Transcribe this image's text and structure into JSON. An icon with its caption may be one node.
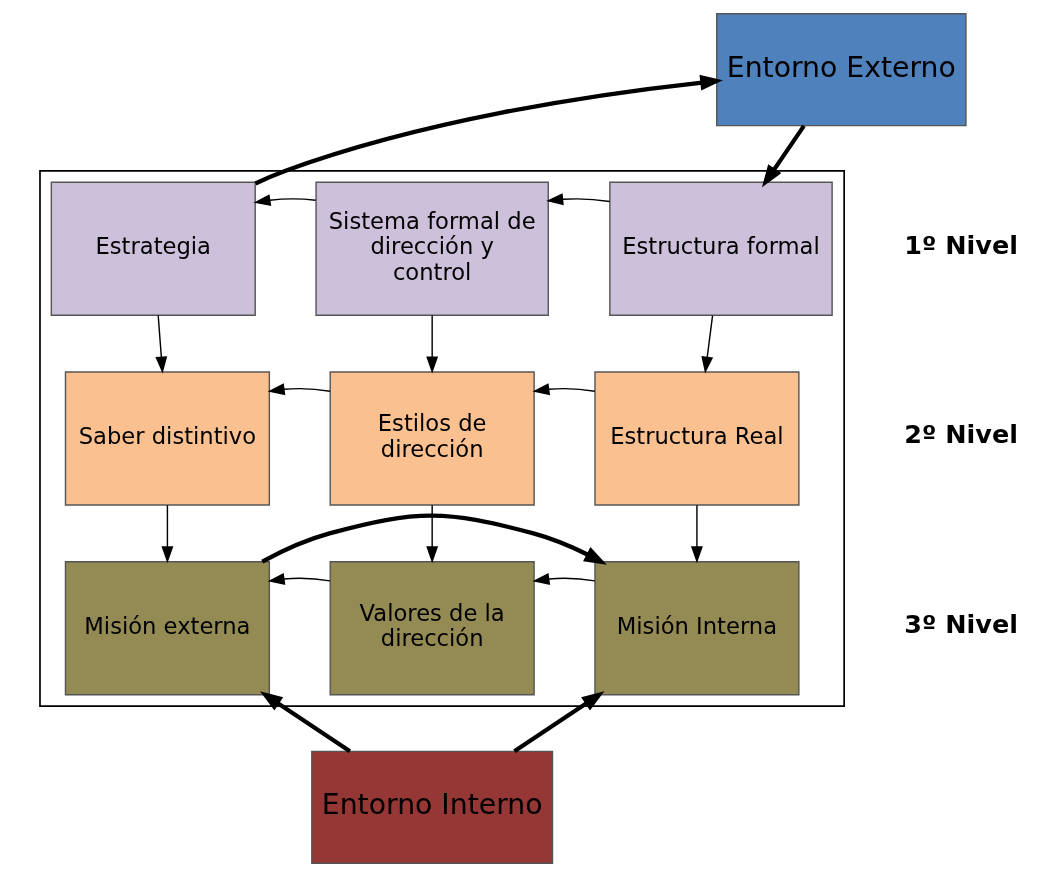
{
  "diagram": {
    "nodes": [
      {
        "text": [
          "Entorno Externo"
        ]
      },
      {
        "text": [],
        "shape": "box"
      },
      {
        "text": [
          "Estrategia"
        ],
        "in": 1
      },
      {
        "text": [
          "Sistema formal de dirección y control"
        ],
        "in": 1
      },
      {
        "text": [
          "Estructura formal"
        ],
        "in": 1
      },
      {
        "text": [
          "Saber distintivo"
        ],
        "in": 1
      },
      {
        "text": [
          "Estilos de dirección"
        ],
        "in": 1
      },
      {
        "text": [
          "Estructura Real"
        ],
        "in": 1
      },
      {
        "text": [
          "Misión externa"
        ],
        "in": 1
      },
      {
        "text": [
          "Valores de la dirección"
        ],
        "in": 1
      },
      {
        "text": [
          "Misión Interna"
        ],
        "in": 1
      },
      {
        "text": [
          "Entorno Interno"
        ]
      }
    ],
    "edges": [
      {
        "from": 2,
        "to": 0,
        "arrow": "to",
        "style": "thick"
      },
      {
        "from": 0,
        "to": 4,
        "arrow": "to",
        "style": "thick"
      },
      {
        "from": 4,
        "to": 3,
        "arrow": "to"
      },
      {
        "from": 3,
        "to": 2,
        "arrow": "to"
      },
      {
        "from": 2,
        "to": 5,
        "arrow": "to"
      },
      {
        "from": 3,
        "to": 6,
        "arrow": "to"
      },
      {
        "from": 4,
        "to": 7,
        "arrow": "to"
      },
      {
        "from": 7,
        "to": 6,
        "arrow": "to"
      },
      {
        "from": 6,
        "to": 5,
        "arrow": "to"
      },
      {
        "from": 5,
        "to": 8,
        "arrow": "to"
      },
      {
        "from": 6,
        "to": 9,
        "arrow": "to"
      },
      {
        "from": 7,
        "to": 10,
        "arrow": "to"
      },
      {
        "from": 10,
        "to": 9,
        "arrow": "to"
      },
      {
        "from": 9,
        "to": 8,
        "arrow": "to"
      },
      {
        "from": 8,
        "to": 10,
        "arrow": "to",
        "style": "thick"
      },
      {
        "from": 11,
        "to": 8,
        "arrow": "to",
        "style": "thick"
      },
      {
        "from": 11,
        "to": 10,
        "arrow": "to",
        "style": "thick"
      }
    ],
    "labels": [
      "1º Nivel",
      "2º Nivel",
      "3º Nivel"
    ]
  }
}
